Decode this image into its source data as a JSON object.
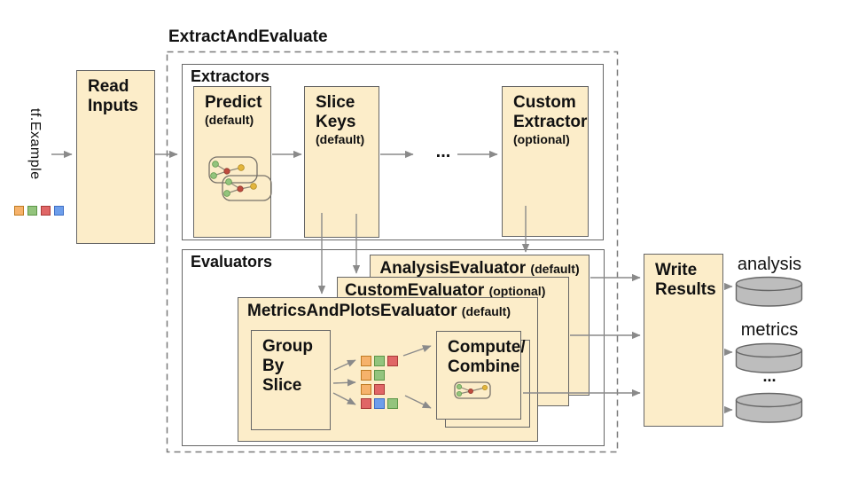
{
  "title": "ExtractAndEvaluate",
  "input": {
    "label": "tf.Example",
    "squares": [
      "orange",
      "green",
      "red",
      "blue"
    ]
  },
  "read_inputs": {
    "line1": "Read",
    "line2": "Inputs"
  },
  "extractors": {
    "label": "Extractors",
    "predict": {
      "name": "Predict",
      "qualifier": "(default)"
    },
    "slice_keys": {
      "line1": "Slice",
      "line2": "Keys",
      "qualifier": "(default)"
    },
    "ellipsis": "...",
    "custom_extractor": {
      "line1": "Custom",
      "line2": "Extractor",
      "qualifier": "(optional)"
    }
  },
  "evaluators": {
    "label": "Evaluators",
    "analysis": {
      "name": "AnalysisEvaluator",
      "qualifier": "(default)"
    },
    "custom": {
      "name": "CustomEvaluator",
      "qualifier": "(optional)"
    },
    "metrics_plots": {
      "name": "MetricsAndPlotsEvaluator",
      "qualifier": "(default)"
    },
    "group_by_slice": {
      "line1": "Group",
      "line2": "By Slice"
    },
    "compute": {
      "line1": "Compute/",
      "line2": "Combine"
    },
    "slice_grid": {
      "rows": [
        [
          "orange",
          "green",
          "red"
        ],
        [
          "orange",
          "green"
        ],
        [
          "orange",
          "red"
        ],
        [
          "red",
          "blue",
          "green"
        ]
      ]
    }
  },
  "write_results": {
    "line1": "Write",
    "line2": "Results"
  },
  "outputs": {
    "analysis": "analysis",
    "metrics": "metrics",
    "more": "..."
  },
  "colors": {
    "text": "#111111",
    "box_fill": "#FCEDC9",
    "box_border": "#666666",
    "container_border": "#7A7A7A",
    "arrow": "#8A8A8A",
    "cylinder_fill": "#BDBDBD",
    "cylinder_border": "#666666",
    "orange": "#F6B26B",
    "orange_border": "#BF7B23",
    "green": "#93C47D",
    "green_border": "#5D9648",
    "red": "#E06666",
    "red_border": "#A83A38",
    "blue": "#6D9EEB",
    "blue_border": "#3F6FC4",
    "node_red": "#BE4B3E",
    "node_yellow": "#E3B53C"
  }
}
